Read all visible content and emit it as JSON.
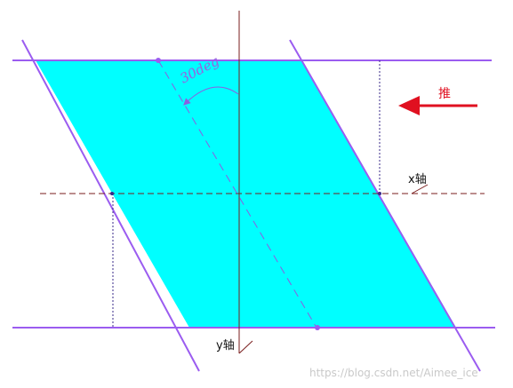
{
  "diagram": {
    "angle_label": "30deg",
    "x_axis_label": "x轴",
    "y_axis_label": "y轴",
    "push_label": "推",
    "watermark": "https://blog.csdn.net/Aimee_ice"
  },
  "colors": {
    "fill": "#00ffff",
    "edge": "#9b5cf0",
    "axis": "#7a1e1e",
    "dashed": "#8a5fe0",
    "arrow": "#e01020",
    "guide": "#3a2a88"
  }
}
